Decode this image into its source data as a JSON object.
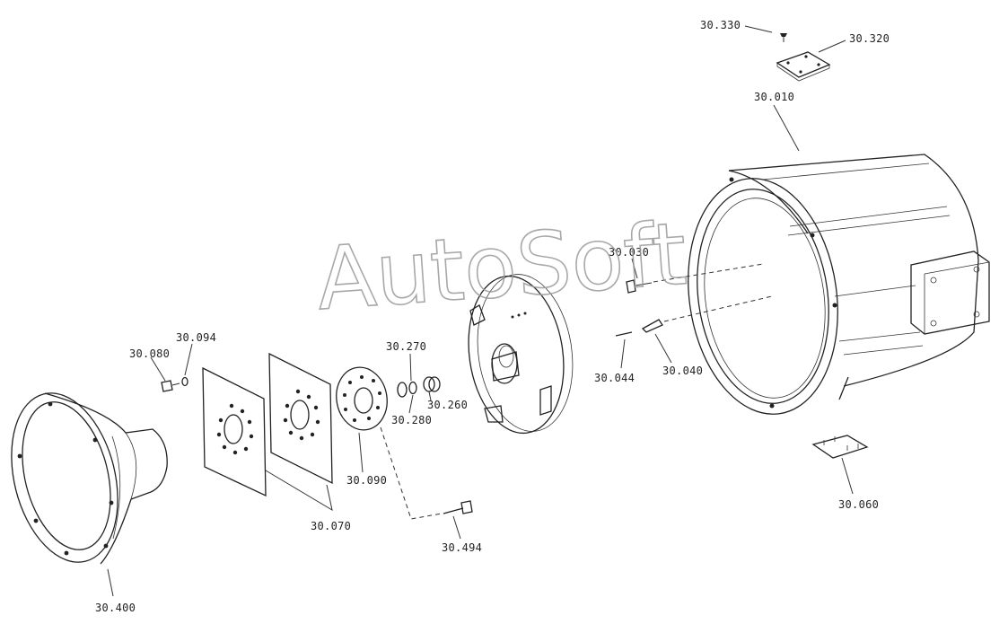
{
  "watermark": "AutoSoft",
  "labels": {
    "p30330": "30.330",
    "p30320": "30.320",
    "p30010": "30.010",
    "p30030": "30.030",
    "p30044": "30.044",
    "p30040": "30.040",
    "p30270": "30.270",
    "p30260": "30.260",
    "p30280": "30.280",
    "p30094": "30.094",
    "p30080": "30.080",
    "p30090": "30.090",
    "p30070": "30.070",
    "p30494": "30.494",
    "p30060": "30.060",
    "p30400": "30.400"
  }
}
